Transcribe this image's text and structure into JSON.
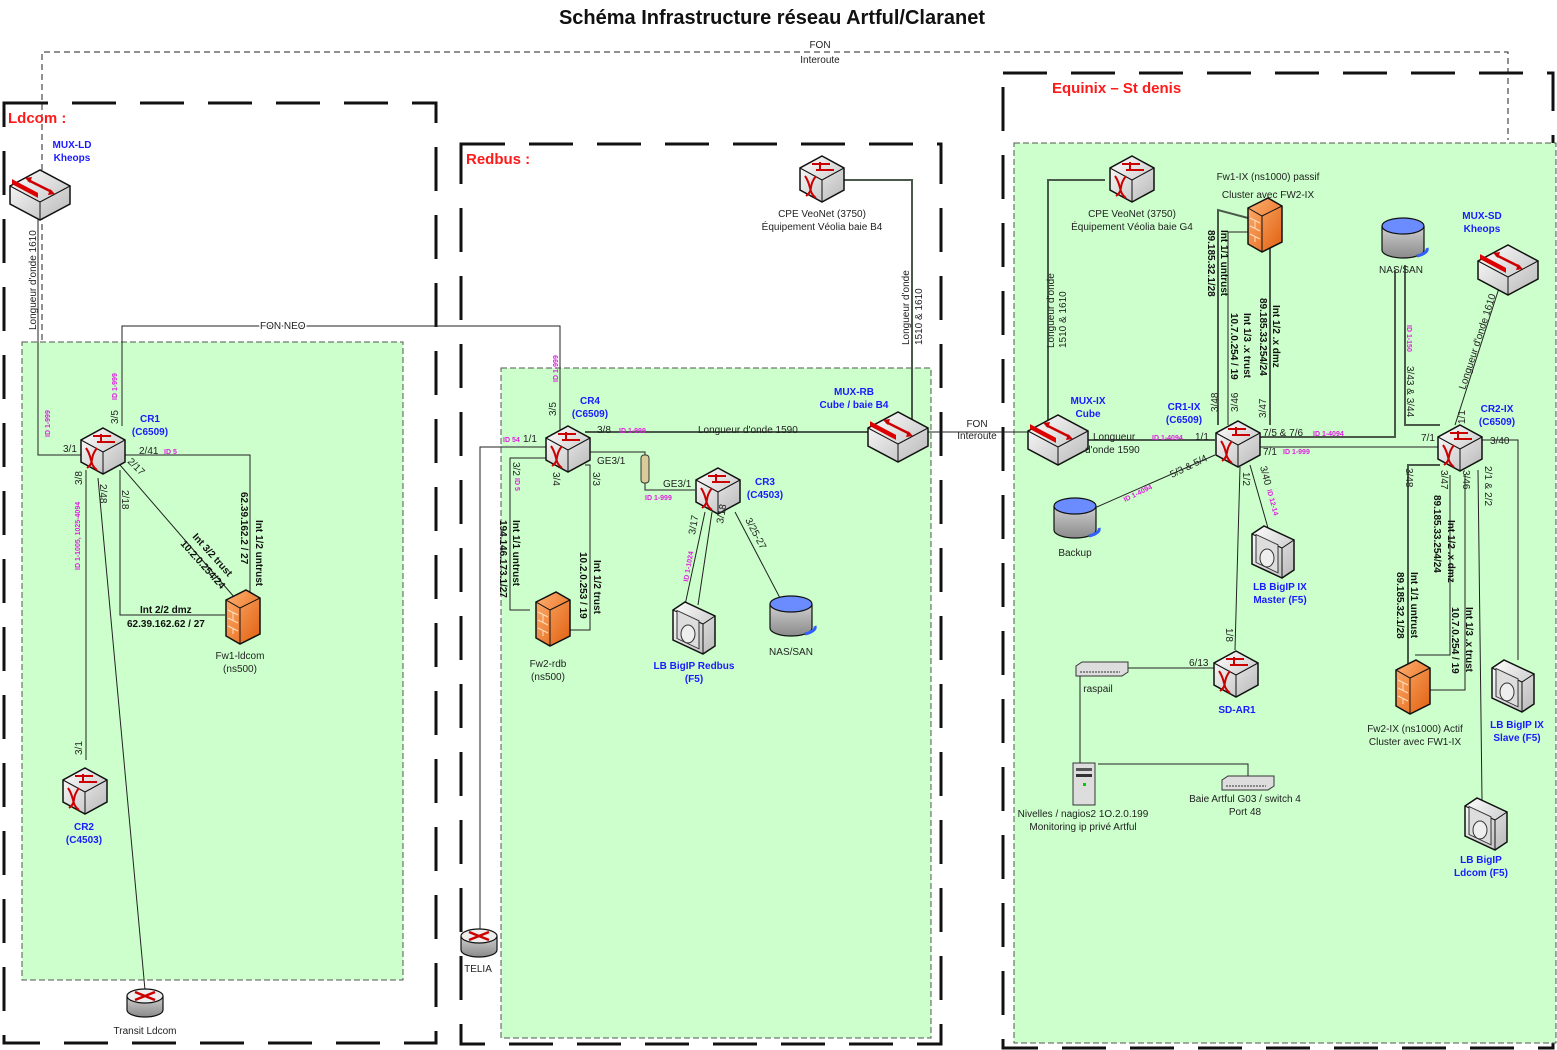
{
  "title": "Schéma Infrastructure réseau Artful/Claranet",
  "top_link": {
    "line1": "FON",
    "line2": "Interoute"
  },
  "colors": {
    "site_label": "#ff1a1a",
    "device_label": "#1a1aff",
    "vlan_label": "#e020e0",
    "zone_fill": "#ccffcc",
    "firewall": "#f08030"
  },
  "sites": {
    "ldcom": {
      "label": "Ldcom :"
    },
    "redbus": {
      "label": "Redbus :"
    },
    "equinix": {
      "label": "Equinix – St denis"
    }
  },
  "devices": {
    "mux_ld": {
      "line1": "MUX-LD",
      "line2": "Kheops"
    },
    "cr1": {
      "line1": "CR1",
      "line2": "(C6509)"
    },
    "cr2": {
      "line1": "CR2",
      "line2": "(C4503)"
    },
    "fw1_ldcom": {
      "line1": "Fw1-ldcom",
      "line2": "(ns500)"
    },
    "transit_ldcom": {
      "line1": "Transit Ldcom"
    },
    "cpe_rb": {
      "line1": "CPE VeoNet (3750)",
      "line2": "Équipement Véolia baie B4"
    },
    "cr4": {
      "line1": "CR4",
      "line2": "(C6509)"
    },
    "mux_rb": {
      "line1": "MUX-RB",
      "line2": "Cube / baie B4"
    },
    "cr3": {
      "line1": "CR3",
      "line2": "(C4503)"
    },
    "fw2_rdb": {
      "line1": "Fw2-rdb",
      "line2": "(ns500)"
    },
    "lb_redbus": {
      "line1": "LB BigIP Redbus",
      "line2": "(F5)"
    },
    "nas_rb": {
      "line1": "NAS/SAN"
    },
    "telia": {
      "line1": "TELIA"
    },
    "cpe_ix": {
      "line1": "CPE VeoNet (3750)",
      "line2": "Équipement Véolia baie G4"
    },
    "fw1_ix": {
      "line1": "Fw1-IX (ns1000) passif",
      "line2": "Cluster avec FW2-IX"
    },
    "nas_ix": {
      "line1": "NAS/SAN"
    },
    "mux_sd": {
      "line1": "MUX-SD",
      "line2": "Kheops"
    },
    "mux_ix": {
      "line1": "MUX-IX",
      "line2": "Cube"
    },
    "cr1_ix": {
      "line1": "CR1-IX",
      "line2": "(C6509)"
    },
    "cr2_ix": {
      "line1": "CR2-IX",
      "line2": "(C6509)"
    },
    "backup": {
      "line1": "Backup"
    },
    "lb_ix_master": {
      "line1": "LB BigIP IX",
      "line2": "Master (F5)"
    },
    "sd_ar1": {
      "line1": "SD-AR1"
    },
    "raspail": {
      "line1": "raspail"
    },
    "nagios": {
      "line1": "Nivelles / nagios2 1O.2.0.199",
      "line2": "Monitoring ip privé Artful"
    },
    "baie_g03": {
      "line1": "Baie Artful G03 / switch 4",
      "line2": "Port 48"
    },
    "fw2_ix": {
      "line1": "Fw2-IX (ns1000) Actif",
      "line2": "Cluster avec FW1-IX"
    },
    "lb_ix_slave": {
      "line1": "LB BigIP IX",
      "line2": "Slave (F5)"
    },
    "lb_ldcom": {
      "line1": "LB BigIP",
      "line2": "Ldcom (F5)"
    }
  },
  "links": {
    "fon_neo": "FON NEO",
    "ld_wave": "Longueur d'onde 1610",
    "rb_wave_a": "Longueur d'onde",
    "rb_wave_b": "1510 & 1610",
    "rb_1590": "Longueur d'onde 1590",
    "fon_interoute_1": "FON",
    "fon_interoute_2": "Interoute",
    "ix_wave_a": "Longueur d'onde",
    "ix_wave_b": "1510 & 1610",
    "ix_1590_a": "Longueur",
    "ix_1590_b": "d'onde 1590",
    "sd_wave": "Longueur d'onde 1610"
  },
  "ports": {
    "cr1_31": "3/1",
    "cr1_35": "3/5",
    "cr1_241": "2/41",
    "cr1_217": "2/17",
    "cr1_218": "2/18",
    "cr1_248": "2/48",
    "cr1_38": "3/8",
    "cr2_31": "3/1",
    "cr4_11": "1/1",
    "cr4_35": "3/5",
    "cr4_38": "3/8",
    "cr4_ge31": "GE3/1",
    "cr4_32": "3/2",
    "cr4_34": "3/4",
    "cr4_33": "3/3",
    "cr3_ge31": "GE3/1",
    "cr3_317": "3/17",
    "cr3_318": "3/18",
    "cr3_32527": "3/25-27",
    "cr1ix_348": "3/48",
    "cr1ix_346": "3/46",
    "cr1ix_347": "3/47",
    "cr1ix_11": "1/1",
    "cr1ix_7576": "7/5 & 7/6",
    "cr1ix_71": "7/1",
    "cr1ix_5354": "5/3 & 5/4",
    "cr1ix_12": "1/2",
    "cr1ix_340": "3/40",
    "cr2ix_11": "1/1",
    "cr2ix_71": "7/1",
    "cr2ix_340": "3/40",
    "cr2ix_348": "3/48",
    "cr2ix_347": "3/47",
    "cr2ix_346": "3/46",
    "cr2ix_2122": "2/1 & 2/2",
    "cr2ix_34344": "3/43 & 3/44",
    "sdar1_18": "1/8",
    "sdar1_613": "6/13"
  },
  "vlans": {
    "cr1_up": "ID 1-999",
    "cr1_left": "ID 1-999",
    "cr1_241": "ID 5",
    "cr1_cr2": "ID 1-1005, 1025-4094",
    "cr4_up": "ID 1-999",
    "cr4_54": "ID 54",
    "cr4_38": "ID 1-999",
    "cr4_32": "ID 5",
    "cr3_ge": "ID 1-999",
    "cr3_lb": "ID 1-1024",
    "cr1ix_11": "ID 1-4094",
    "cr1ix_7576": "ID 1-4094",
    "cr1ix_71": "ID 1-999",
    "cr1ix_backup": "ID 1-4094",
    "cr1ix_340": "ID 12-14",
    "nas_ix": "ID 1-150"
  },
  "interfaces": {
    "fw1ld_untrust_a": "Int 1/2 untrust",
    "fw1ld_untrust_b": "62.39.162.2 / 27",
    "fw1ld_trust_a": "Int 3/2 trust",
    "fw1ld_trust_b": "10.2.0.254/24",
    "fw1ld_dmz_a": "Int 2/2 dmz",
    "fw1ld_dmz_b": "62.39.162.62 / 27",
    "fw2rdb_untrust_a": "Int 1/1 untrust",
    "fw2rdb_untrust_b": "194.146.173.1/27",
    "fw2rdb_trust_a": "Int 1/2 trust",
    "fw2rdb_trust_b": "10.2.0.253 / 19",
    "fwix_untrust_a": "Int 1/1 untrust",
    "fwix_untrust_b": "89.185.32.1/28",
    "fwix_trust_a": "Int 1/3 .x trust",
    "fwix_trust_b": "10.7.0.254 / 19",
    "fwix_dmz_a": "Int 1/2 .x dmz",
    "fwix_dmz_b": "89.185.33.254/24"
  }
}
